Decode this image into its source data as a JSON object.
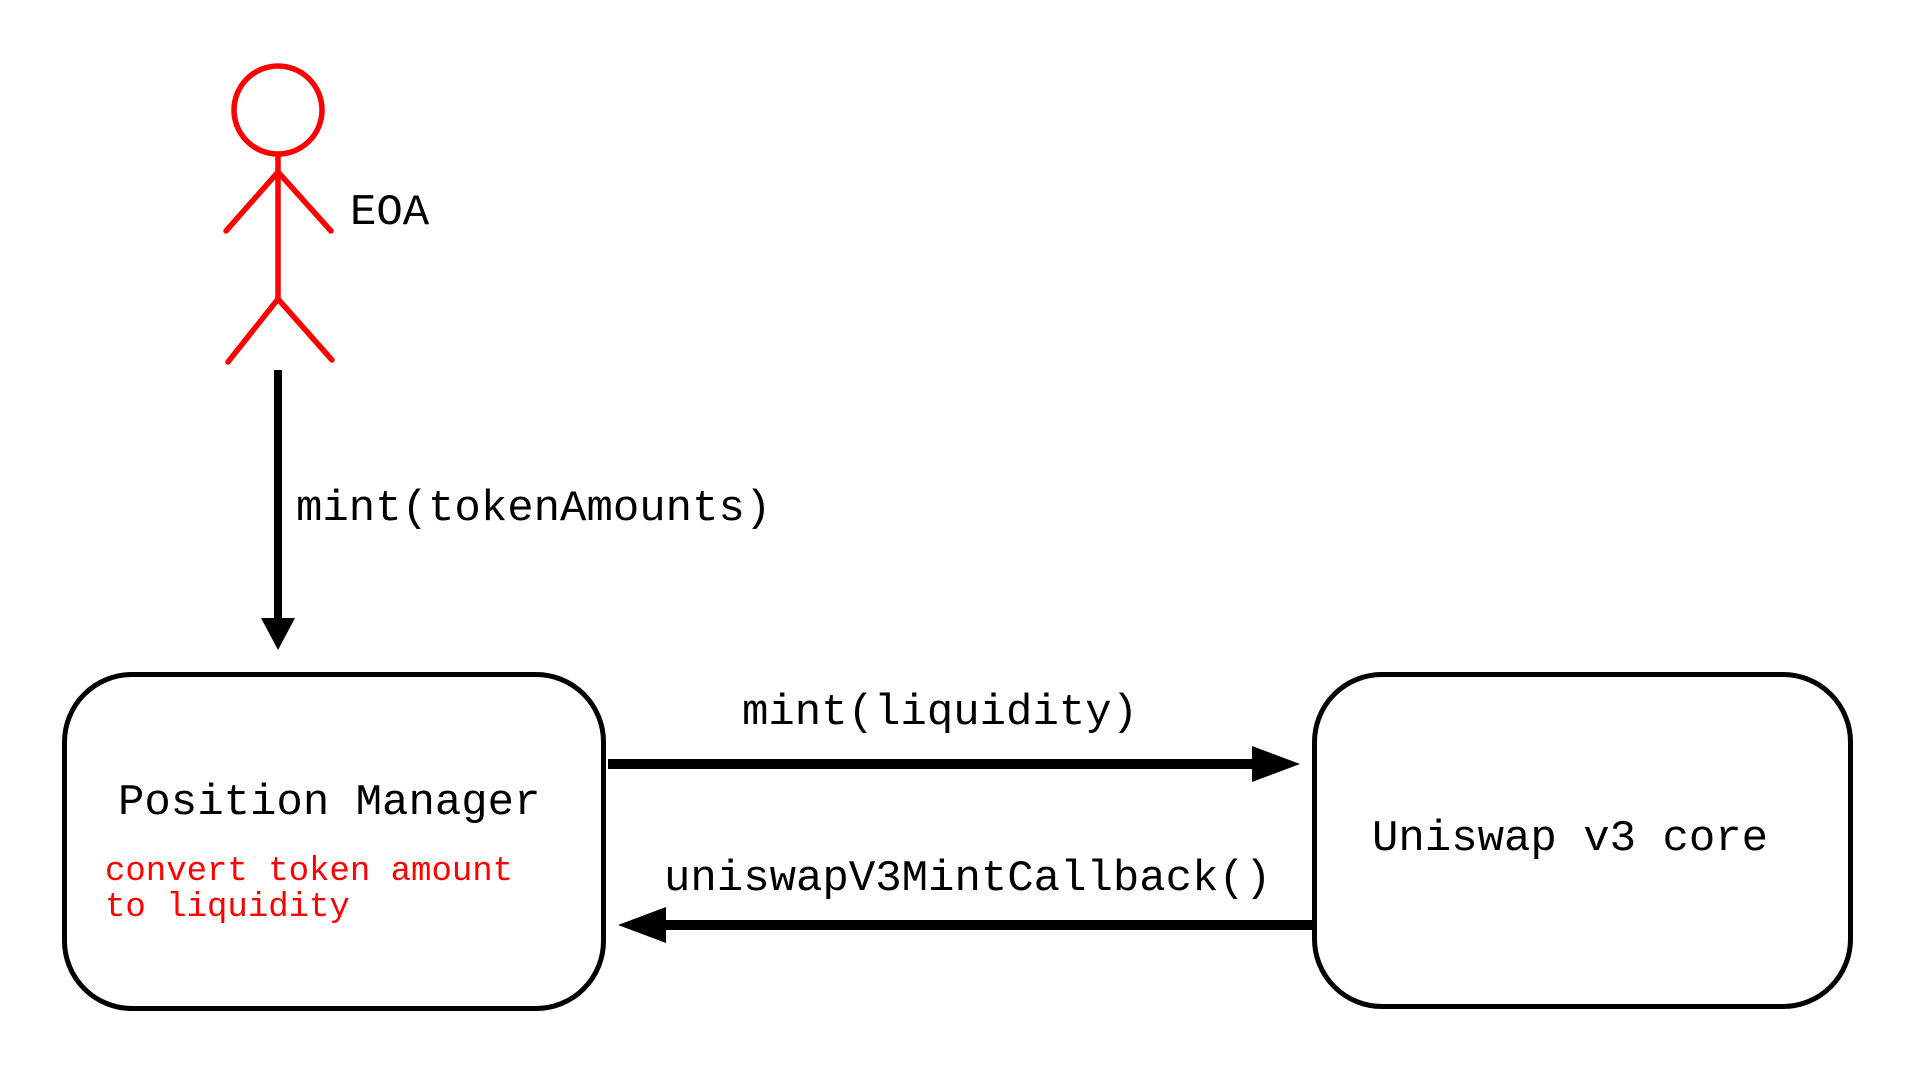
{
  "canvas": {
    "background": "#ffffff"
  },
  "colors": {
    "accent_red": "#ff0000",
    "line_black": "#000000"
  },
  "actor": {
    "label": "EOA",
    "icon": "stick-figure-icon"
  },
  "nodes": {
    "position_manager": {
      "title": "Position Manager",
      "note": "convert token amount\nto liquidity"
    },
    "uniswap_core": {
      "title": "Uniswap v3 core"
    }
  },
  "edges": {
    "eoa_to_position_manager": {
      "label": "mint(tokenAmounts)",
      "direction": "down"
    },
    "position_manager_to_core": {
      "label": "mint(liquidity)",
      "direction": "right"
    },
    "core_to_position_manager": {
      "label": "uniswapV3MintCallback()",
      "direction": "left"
    }
  }
}
